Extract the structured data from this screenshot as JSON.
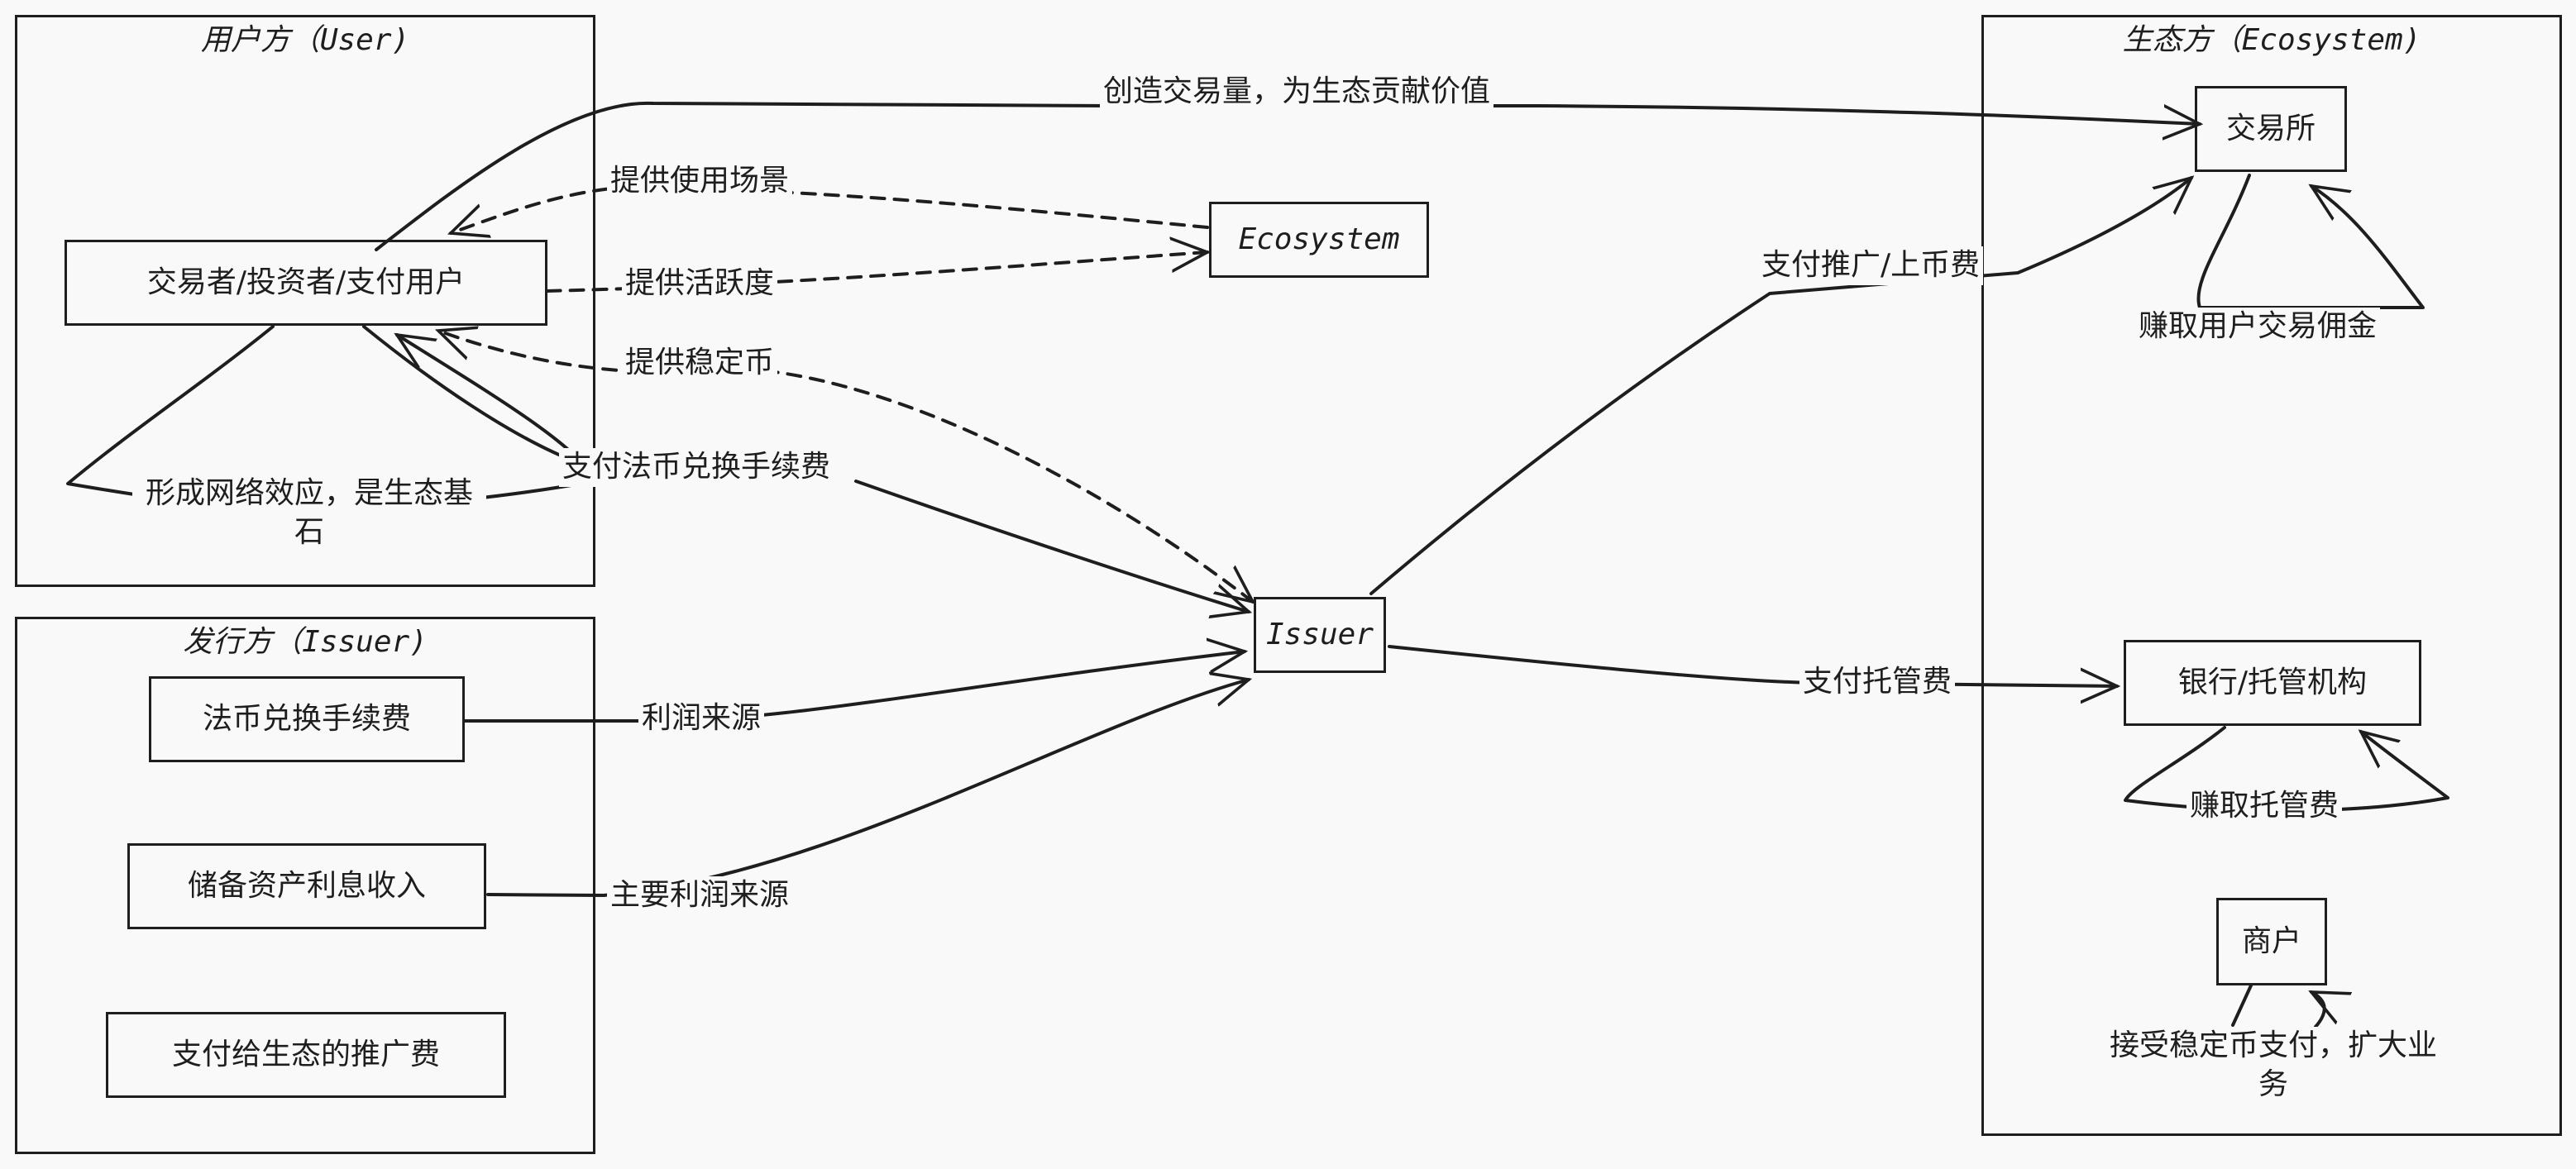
{
  "groups": {
    "user": {
      "title": "用户方（User)"
    },
    "issuer": {
      "title": "发行方（Issuer)"
    },
    "ecosystem": {
      "title": "生态方（Ecosystem)"
    }
  },
  "nodes": {
    "traders": "交易者/投资者/支付用户",
    "ecosystem": "Ecosystem",
    "issuer": "Issuer",
    "fiat_fee": "法币兑换手续费",
    "reserve_interest": "储备资产利息收入",
    "promo_fee": "支付给生态的推广费",
    "exchange": "交易所",
    "bank": "银行/托管机构",
    "merchant": "商户"
  },
  "edge_labels": {
    "volume": "创造交易量，为生态贡献价值",
    "use_case": "提供使用场景",
    "activity": "提供活跃度",
    "stablecoin": "提供稳定币",
    "network_effect": "形成网络效应，是生态基石",
    "fiat_fee_pay": "支付法币兑换手续费",
    "profit": "利润来源",
    "main_profit": "主要利润来源",
    "listing": "支付推广/上币费",
    "custody_pay": "支付托管费",
    "exchange_commission": "赚取用户交易佣金",
    "custody_earn": "赚取托管费",
    "merchant_note": "接受稳定币支付，扩大业务"
  }
}
